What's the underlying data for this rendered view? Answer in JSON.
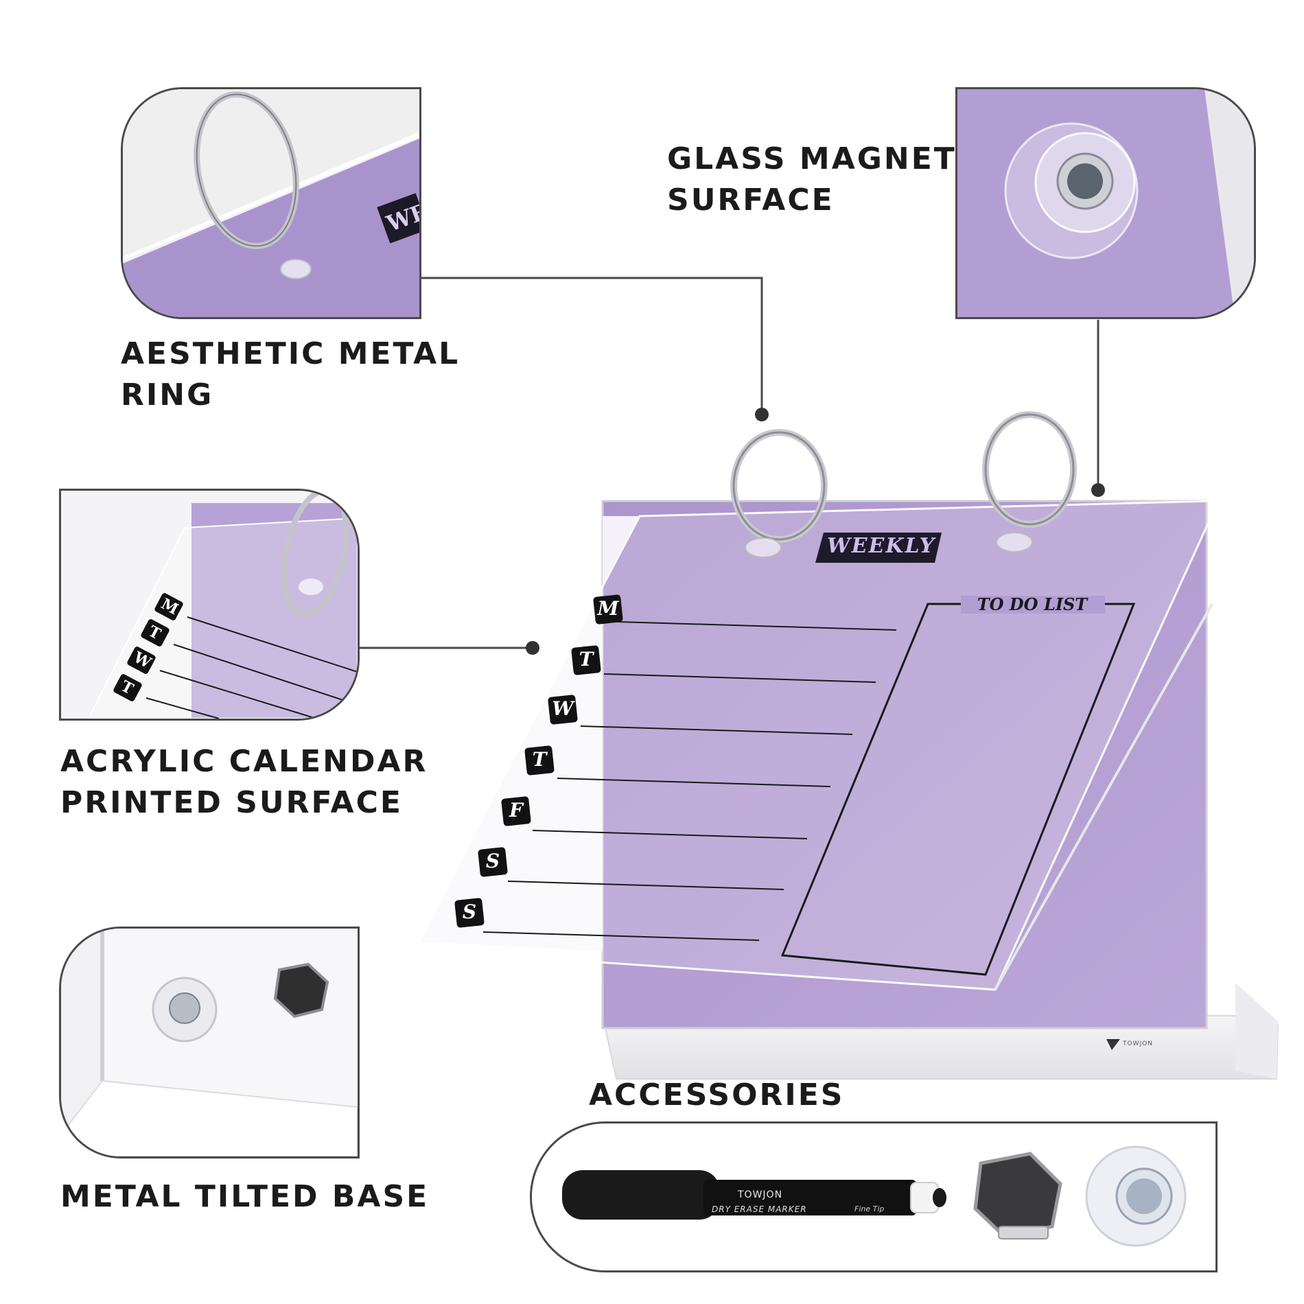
{
  "labels": {
    "metal_ring": [
      "AESTHETIC METAL",
      "RING"
    ],
    "glass_surface": [
      "GLASS MAGNETIC",
      "SURFACE"
    ],
    "acrylic": [
      "ACRYLIC CALENDAR",
      "PRINTED SURFACE"
    ],
    "base": [
      "METAL TILTED BASE"
    ],
    "accessories": [
      "ACCESSORIES"
    ]
  },
  "board": {
    "header": "WEEKLY",
    "todo_title": "TO DO LIST",
    "days": [
      "M",
      "T",
      "W",
      "T",
      "F",
      "S",
      "S"
    ],
    "brand": "TOWJON"
  },
  "insets": {
    "ring_badge": "WE",
    "acrylic_days": [
      "M",
      "T",
      "W",
      "T"
    ]
  },
  "accessories": {
    "marker_brand": "TOWJON",
    "marker_text": "DRY ERASE MARKER",
    "marker_tip": "Fine Tip"
  },
  "colors": {
    "purple": "#b49fd2",
    "purple_dark": "#9f86c4",
    "frame_border": "#4a4a4a",
    "label_text": "#1b1b1b"
  }
}
